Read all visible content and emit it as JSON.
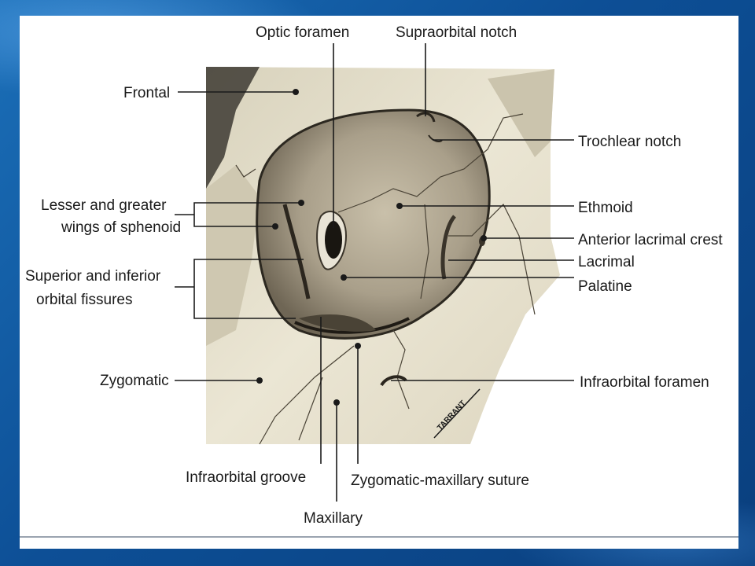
{
  "labels": {
    "optic_foramen": "Optic foramen",
    "supraorbital_notch": "Supraorbital notch",
    "frontal": "Frontal",
    "trochlear_notch": "Trochlear notch",
    "lesser_greater_line1": "Lesser and greater",
    "lesser_greater_line2": "wings of sphenoid",
    "ethmoid": "Ethmoid",
    "anterior_lacrimal_crest": "Anterior lacrimal crest",
    "lacrimal": "Lacrimal",
    "superior_inferior_line1": "Superior and inferior",
    "superior_inferior_line2": "orbital fissures",
    "palatine": "Palatine",
    "zygomatic": "Zygomatic",
    "infraorbital_foramen": "Infraorbital foramen",
    "infraorbital_groove": "Infraorbital groove",
    "zygomatic_maxillary_suture": "Zygomatic-maxillary suture",
    "maxillary": "Maxillary"
  },
  "signature": "TARRANT",
  "colors": {
    "bone": "#e6e0cc",
    "bone_shadow": "#bdb49a",
    "orbit": "#8e8370",
    "label": "#1a1a1a"
  }
}
